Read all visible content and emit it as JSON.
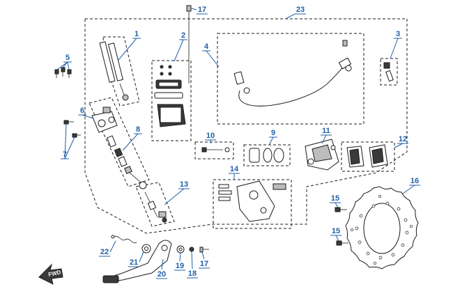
{
  "callouts": [
    {
      "id": "c1",
      "label": "1"
    },
    {
      "id": "c2",
      "label": "2"
    },
    {
      "id": "c3",
      "label": "3"
    },
    {
      "id": "c4",
      "label": "4"
    },
    {
      "id": "c5",
      "label": "5"
    },
    {
      "id": "c6",
      "label": "6"
    },
    {
      "id": "c7",
      "label": "7"
    },
    {
      "id": "c8",
      "label": "8"
    },
    {
      "id": "c9",
      "label": "9"
    },
    {
      "id": "c10",
      "label": "10"
    },
    {
      "id": "c11",
      "label": "11"
    },
    {
      "id": "c12",
      "label": "12"
    },
    {
      "id": "c13",
      "label": "13"
    },
    {
      "id": "c14",
      "label": "14"
    },
    {
      "id": "c15a",
      "label": "15"
    },
    {
      "id": "c15b",
      "label": "15"
    },
    {
      "id": "c16",
      "label": "16"
    },
    {
      "id": "c17a",
      "label": "17"
    },
    {
      "id": "c17b",
      "label": "17"
    },
    {
      "id": "c18",
      "label": "18"
    },
    {
      "id": "c19",
      "label": "19"
    },
    {
      "id": "c20",
      "label": "20"
    },
    {
      "id": "c21",
      "label": "21"
    },
    {
      "id": "c22",
      "label": "22"
    },
    {
      "id": "c23",
      "label": "23"
    }
  ],
  "direction_arrow": {
    "label": "FWD"
  },
  "colors": {
    "callout": "#1f5fa8",
    "line_art": "#1a1a1a"
  }
}
